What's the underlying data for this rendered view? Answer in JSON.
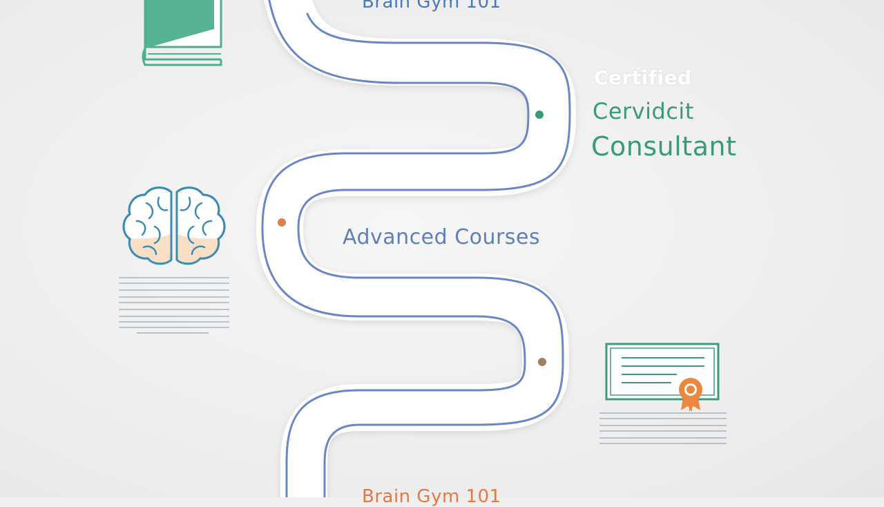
{
  "colors": {
    "path_outline": "#6b86c4",
    "path_fill": "#ffffff",
    "book_green": "#4fae8f",
    "brain_outline": "#3b8cb5",
    "brain_fill": "#f8dcc0",
    "certificate_green": "#3f9b77",
    "ribbon_orange": "#ec8742",
    "lines_gray": "#a8b1bd",
    "dot_green": "#3a9a78",
    "dot_orange": "#d9814b",
    "dot_brown": "#a08060"
  },
  "labels": {
    "top_stage": "Brain Gym 101",
    "certification_ghost": "Certified",
    "certification": "Cervidcit",
    "consultant": "Consultant",
    "advanced": "Advanced Courses",
    "bottom_stage": "Brain Gym 101"
  },
  "icons": {
    "book": "book-icon",
    "brain": "brain-icon",
    "certificate": "certificate-icon",
    "path": "winding-road"
  }
}
